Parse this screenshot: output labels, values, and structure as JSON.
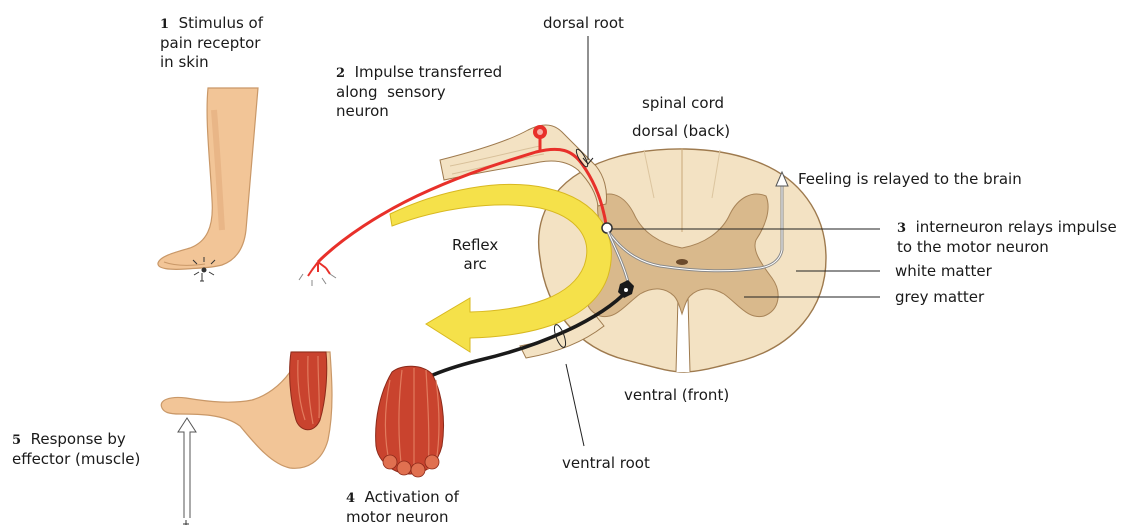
{
  "colors": {
    "sensory_neuron": "#e8302a",
    "motor_neuron": "#1a1a1a",
    "reflex_arrow": "#f5e14a",
    "white_matter": "#f3e2c3",
    "grey_matter": "#d9b98c",
    "skin": "#f2c597",
    "muscle": "#c9432e"
  },
  "steps": [
    {
      "num": "1",
      "text": "Stimulus of\npain receptor\nin skin"
    },
    {
      "num": "2",
      "text": "Impulse transferred\nalong  sensory\nneuron"
    },
    {
      "num": "3",
      "text": "interneuron relays impulse\nto the motor neuron"
    },
    {
      "num": "4",
      "text": "Activation of\nmotor neuron"
    },
    {
      "num": "5",
      "text": "Response by\neffector (muscle)"
    }
  ],
  "labels": {
    "dorsal_root": "dorsal root",
    "spinal_cord": "spinal cord",
    "dorsal_back": "dorsal (back)",
    "feeling_relayed": "Feeling is relayed to the brain",
    "white_matter": "white matter",
    "grey_matter": "grey matter",
    "reflex_arc": "Reflex\narc",
    "ventral_front": "ventral (front)",
    "ventral_root": "ventral root"
  }
}
